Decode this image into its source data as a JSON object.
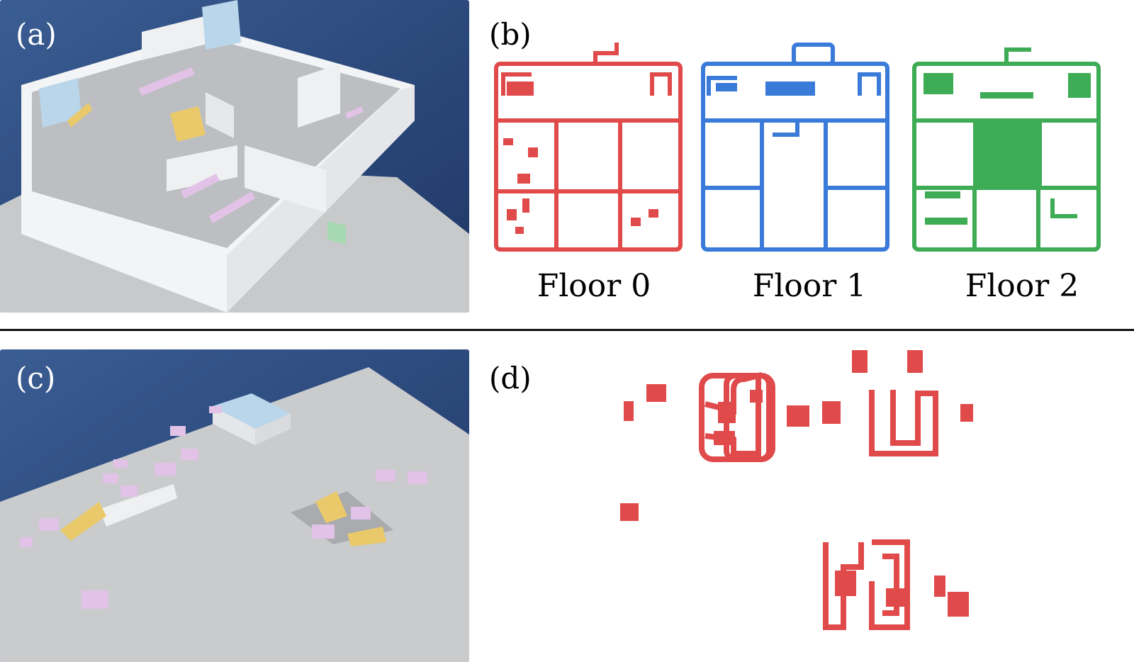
{
  "panels": {
    "a": {
      "label": "(a)"
    },
    "b": {
      "label": "(b)",
      "floors": [
        "Floor 0",
        "Floor 1",
        "Floor 2"
      ]
    },
    "c": {
      "label": "(c)"
    },
    "d": {
      "label": "(d)"
    }
  },
  "colors": {
    "floor0": "#e04a4a",
    "floor1": "#3a7ad9",
    "floor2": "#3eab55",
    "sky": "#2c4a7c",
    "ground": "#c9cbcd",
    "wall": "#f0f1f3",
    "block": "#e2c2e6",
    "stairs": "#e9c96a"
  }
}
